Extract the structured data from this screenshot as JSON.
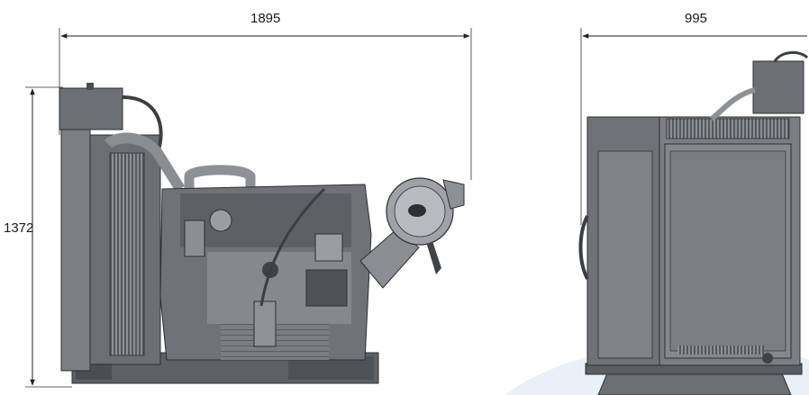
{
  "dimensions": {
    "side_length": "1895",
    "front_width": "995",
    "height": "1372"
  },
  "colors": {
    "engine_body": "#6f7277",
    "engine_dark": "#3f4246",
    "engine_light": "#a3a6aa",
    "dimension_line": "#222222",
    "watermark": "#e6eef7"
  },
  "icons": {
    "arrow": "triangle-arrowhead"
  }
}
